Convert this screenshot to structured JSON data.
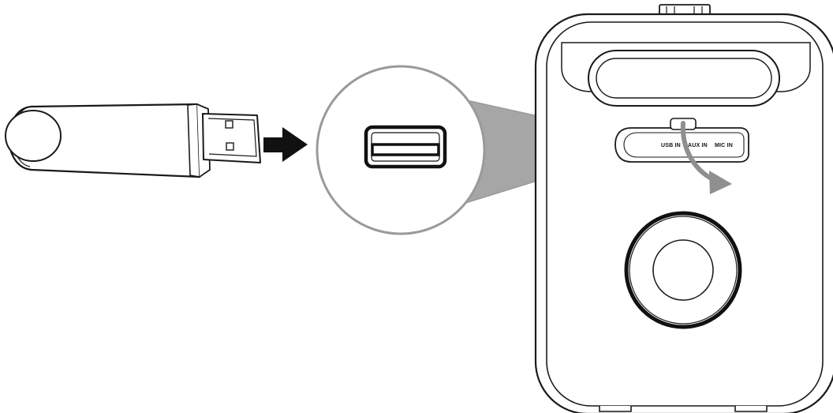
{
  "ports": {
    "usb_label": "USB IN",
    "aux_label": "AUX IN",
    "mic_label": "MIC IN"
  },
  "colors": {
    "outline": "#1a1a1a",
    "magnifier_fill": "#a6a6a6",
    "magnifier_rim": "#9a9a9a",
    "hint_arrow": "#8f8f8f",
    "insert_arrow": "#111111"
  },
  "icons": [
    "usb-flash-drive-icon",
    "insert-arrow-icon",
    "usb-port-icon",
    "curved-arrow-icon"
  ]
}
